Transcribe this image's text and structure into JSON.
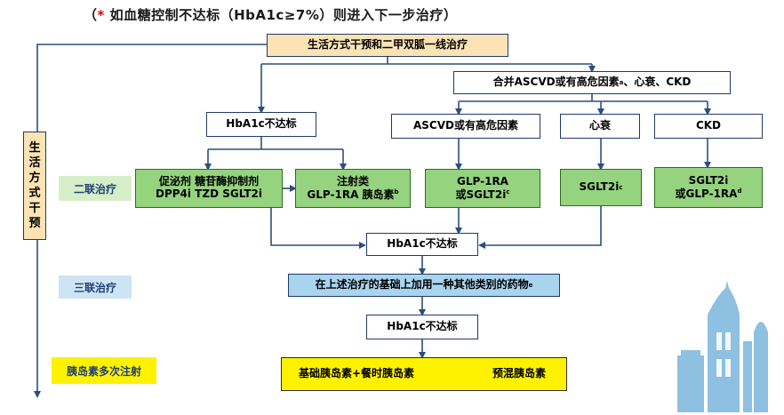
{
  "title": {
    "open": "（",
    "star": "*",
    "text": " 如血糖控制不达标（HbA1c≥7%）则进入下一步治疗）"
  },
  "nodes": {
    "top": "生活方式干预和二甲双胍一线治疗",
    "comorbid": "合并ASCVD或有高危因素",
    "comorbid_sup": "a",
    "comorbid_tail": "、心衰、CKD",
    "hba1c_left": "HbA1c不达标",
    "ascvd": "ASCVD或有高危因素",
    "hf": "心衰",
    "ckd": "CKD",
    "oral_line1": "促泌剂 糖苷酶抑制剂",
    "oral_line2": "DPP4i TZD SGLT2i",
    "inj_line1": "注射类",
    "inj_line2": "GLP-1RA 胰岛素",
    "inj_sup": "b",
    "glp_line1": "GLP-1RA",
    "glp_line2": "或SGLT2i",
    "glp_sup": "c",
    "sglt2": "SGLT2i",
    "sglt2_sup": "c",
    "ckd_line1": "SGLT2i",
    "ckd_line2": "或GLP-1RA",
    "ckd_sup": "d",
    "hba1c_mid": "HbA1c不达标",
    "triple": "在上述治疗的基础上加用一种其他类别的药物",
    "triple_sup": "e",
    "hba1c_bottom": "HbA1c不达标",
    "insulin_left": "基础胰岛素+餐时胰岛素",
    "insulin_right": "预混胰岛素"
  },
  "labels": {
    "dual": "二联治疗",
    "triple": "三联治疗",
    "insulin": "胰岛素多次注射"
  },
  "side_bar": [
    "生",
    "活",
    "方",
    "式",
    "干",
    "预"
  ],
  "colors": {
    "arrow": "#2a4f7d",
    "green_box": "#95d37e",
    "orange_box": "#fbe3b4",
    "blue_box": "#a9d4ee",
    "yellow_box": "#fff200",
    "star": "#e00000"
  }
}
